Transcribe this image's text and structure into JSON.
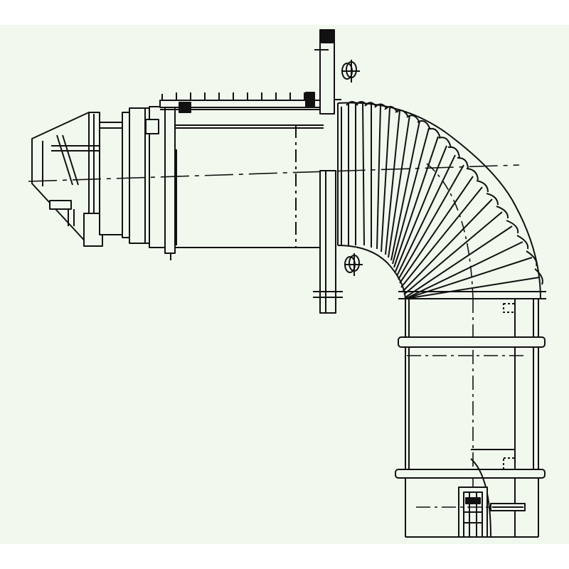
{
  "drawing": {
    "subject": "",
    "colors": {
      "page_background": "#ffffff",
      "panel_background": "#f1f8ee",
      "line": "#111111"
    },
    "components": [
      {
        "id": "terminal-cap",
        "icon": "terminal-cap-icon"
      },
      {
        "id": "wall-sleeve",
        "icon": "wall-sleeve-icon"
      },
      {
        "id": "horizontal-pipe",
        "icon": "horizontal-pipe-icon"
      },
      {
        "id": "wall-plate",
        "icon": "wall-plate-icon"
      },
      {
        "id": "wing-nut-top",
        "icon": "wing-nut-icon"
      },
      {
        "id": "wing-nut-bottom",
        "icon": "wing-nut-icon"
      },
      {
        "id": "flexible-elbow",
        "icon": "corrugated-bellows-icon"
      },
      {
        "id": "vertical-pipe",
        "icon": "vertical-pipe-icon"
      },
      {
        "id": "base-connector",
        "icon": "connector-icon"
      }
    ]
  }
}
